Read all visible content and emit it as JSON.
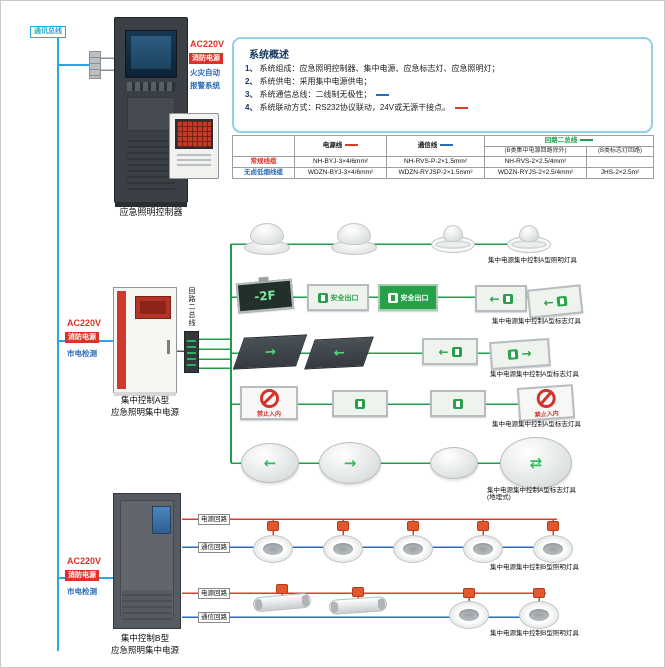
{
  "bus": {
    "comm_bus_label": "通讯总线"
  },
  "feeds": {
    "controller": {
      "ac": "AC220V",
      "fire": "消防电源",
      "alarm1": "火灾自动",
      "alarm2": "报警系统"
    },
    "power_a": {
      "ac": "AC220V",
      "fire": "消防电源",
      "mains": "市电检测"
    },
    "power_b": {
      "ac": "AC220V",
      "fire": "消防电源",
      "mains": "市电检测"
    }
  },
  "devices": {
    "controller_label": "应急照明控制器",
    "power_a_label1": "集中控制A型",
    "power_a_label2": "应急照明集中电源",
    "power_b_label1": "集中控制B型",
    "power_b_label2": "应急照明集中电源",
    "loop_bus_vertical_label": "回路二总线"
  },
  "overview": {
    "title": "系统概述",
    "items": [
      {
        "no": "1、",
        "text": "系统组成：应急照明控制器、集中电源、应急标志灯、应急照明灯；"
      },
      {
        "no": "2、",
        "text": "系统供电：采用集中电源供电；"
      },
      {
        "no": "3、",
        "text": "系统通信总线：二线制无极性；"
      },
      {
        "no": "4、",
        "text": "系统联动方式：RS232协议联动，24V或无源干接点。"
      }
    ]
  },
  "cable_table": {
    "col_power": "电源线",
    "col_comm": "通信线",
    "col_loop": "回路二总线",
    "col_loop_sub1": "(B类集中电源回路除外)",
    "col_loop_sub2": "(B类标志灯回路)",
    "rows": [
      {
        "label": "常规线缆",
        "power": "NH-BYJ-3×4/6mm²",
        "comm": "NH-RVS-P-2×1.5mm²",
        "loop1": "NH-RVS-2×2.5/4mm²",
        "loop2": ""
      },
      {
        "label": "无卤低烟线缆",
        "power": "WDZN-BYJ-3×4/6mm²",
        "comm": "WDZN-RYJSP-2×1.5mm²",
        "loop1": "WDZN-RYJS-2×2.5/4mm²",
        "loop2": "JHS-2×2.5m²"
      }
    ]
  },
  "fixture_rows": [
    {
      "label": "集中电源集中控制A型照明灯具"
    },
    {
      "label": "集中电源集中控制A型标志灯具"
    },
    {
      "label": "集中电源集中控制A型标志灯具"
    },
    {
      "label": "集中电源集中控制A型标志灯具"
    },
    {
      "label": "集中电源集中控制A型标志灯具",
      "sublabel": "(地埋式)"
    },
    {
      "label": "集中电源集中控制B型照明灯具"
    },
    {
      "label": "集中电源集中控制B型照明灯具"
    }
  ],
  "signs": {
    "floor_level": "-2F",
    "exit_text": "安全出口",
    "no_entry_text": "禁止入内",
    "arrow_left": "←",
    "arrow_right": "→",
    "arrow_both": "⇄"
  },
  "circuits": {
    "power": "电源回路",
    "comm": "通信回路"
  },
  "colors": {
    "comm_bus": "#2AA7DE",
    "loop_bus": "#1F9D4B",
    "power_line": "#E03A2E",
    "comm_line": "#2B6CB8",
    "accent_red": "#E03028",
    "accent_blue": "#2B6CB8",
    "sign_green": "#27A04A"
  }
}
